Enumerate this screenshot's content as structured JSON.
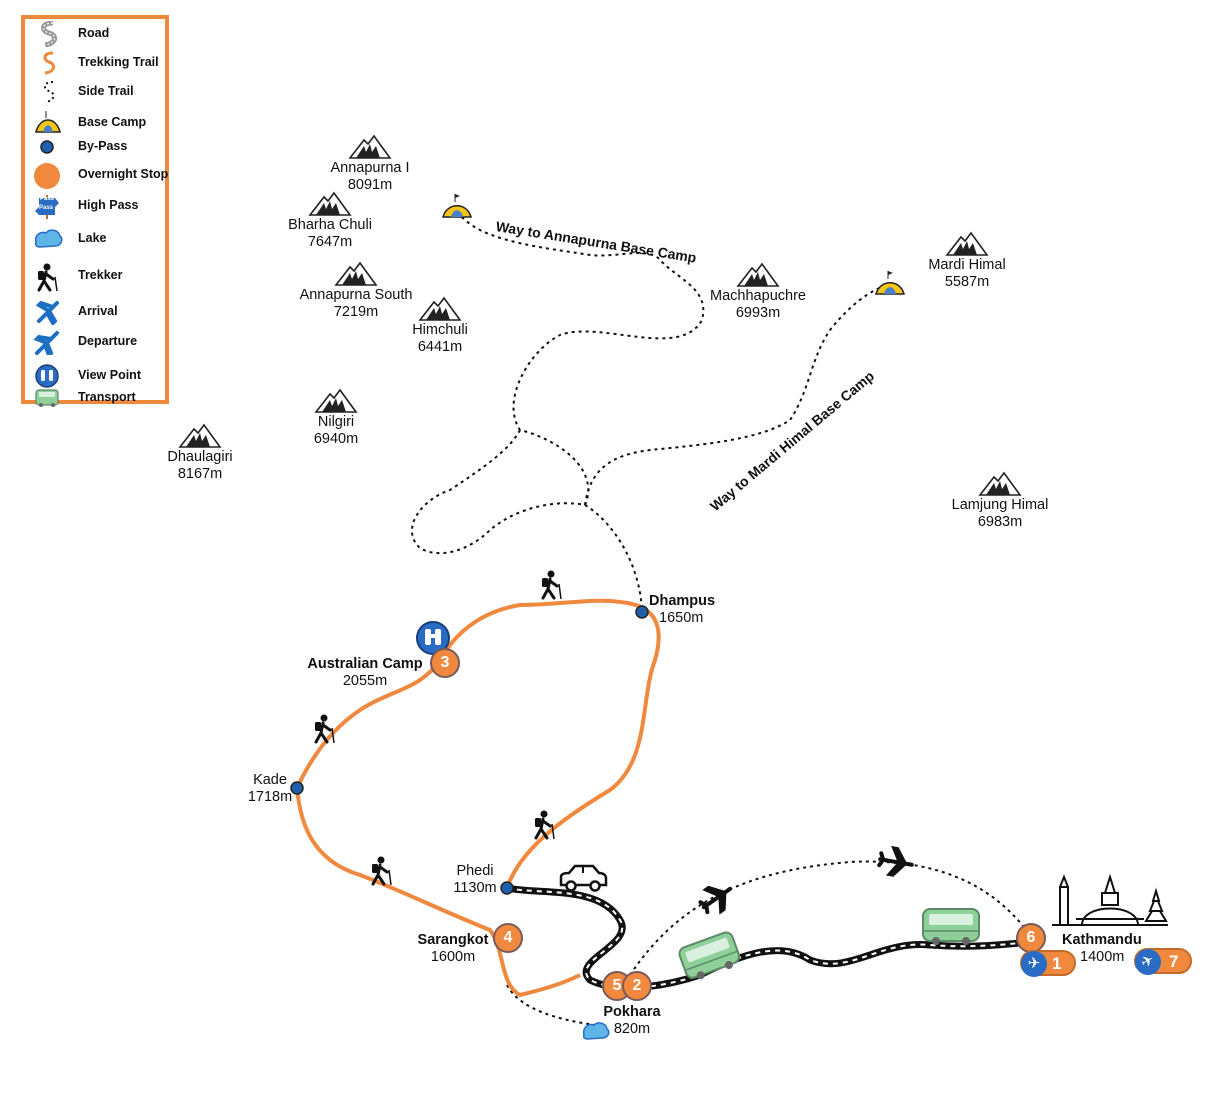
{
  "legend": {
    "items": [
      {
        "icon": "road-icon",
        "label": "Road"
      },
      {
        "icon": "trekking-trail-icon",
        "label": "Trekking Trail"
      },
      {
        "icon": "side-trail-icon",
        "label": "Side Trail"
      },
      {
        "icon": "base-camp-icon",
        "label": "Base  Camp"
      },
      {
        "icon": "by-pass-icon",
        "label": "By-Pass"
      },
      {
        "icon": "overnight-stop-icon",
        "label": "Overnight Stop"
      },
      {
        "icon": "high-pass-icon",
        "label": "High Pass",
        "sign_text": "Pass"
      },
      {
        "icon": "lake-icon",
        "label": "Lake"
      },
      {
        "icon": "trekker-icon",
        "label": "Trekker"
      },
      {
        "icon": "arrival-icon",
        "label": "Arrival"
      },
      {
        "icon": "departure-icon",
        "label": "Departure"
      },
      {
        "icon": "view-point-icon",
        "label": "View Point"
      },
      {
        "icon": "transport-icon",
        "label": "Transport"
      }
    ]
  },
  "mountains": [
    {
      "name": "Annapurna I",
      "elevation": "8091m"
    },
    {
      "name": "Bharha Chuli",
      "elevation": "7647m"
    },
    {
      "name": "Annapurna South",
      "elevation": "7219m"
    },
    {
      "name": "Himchuli",
      "elevation": "6441m"
    },
    {
      "name": "Nilgiri",
      "elevation": "6940m"
    },
    {
      "name": "Dhaulagiri",
      "elevation": "8167m"
    },
    {
      "name": "Machhapuchre",
      "elevation": "6993m"
    },
    {
      "name": "Mardi Himal",
      "elevation": "5587m"
    },
    {
      "name": "Lamjung Himal",
      "elevation": "6983m"
    }
  ],
  "trails": {
    "abc": "Way to Annapurna Base Camp",
    "mardi": "Way to Mardi Himal Base Camp"
  },
  "places": {
    "dhampus": {
      "name": "Dhampus",
      "elevation": "1650m"
    },
    "australian_camp": {
      "name": "Australian Camp",
      "elevation": "2055m",
      "stop": "3"
    },
    "kade": {
      "name": "Kade",
      "elevation": "1718m"
    },
    "phedi": {
      "name": "Phedi",
      "elevation": "1130m"
    },
    "sarangkot": {
      "name": "Sarangkot",
      "elevation": "1600m",
      "stop": "4"
    },
    "pokhara": {
      "name": "Pokhara",
      "elevation": "820m",
      "stops": [
        "5",
        "2"
      ]
    },
    "kathmandu": {
      "name": "Kathmandu",
      "elevation": "1400m",
      "stop": "6",
      "arrival_day": "1",
      "departure_day": "7"
    }
  },
  "colors": {
    "trail": "#f0883e",
    "bypass": "#1f5fae",
    "plane": "#1d6fc4",
    "bus": "#8fcf9a",
    "road": "#111111",
    "tent": "#f5c518"
  }
}
